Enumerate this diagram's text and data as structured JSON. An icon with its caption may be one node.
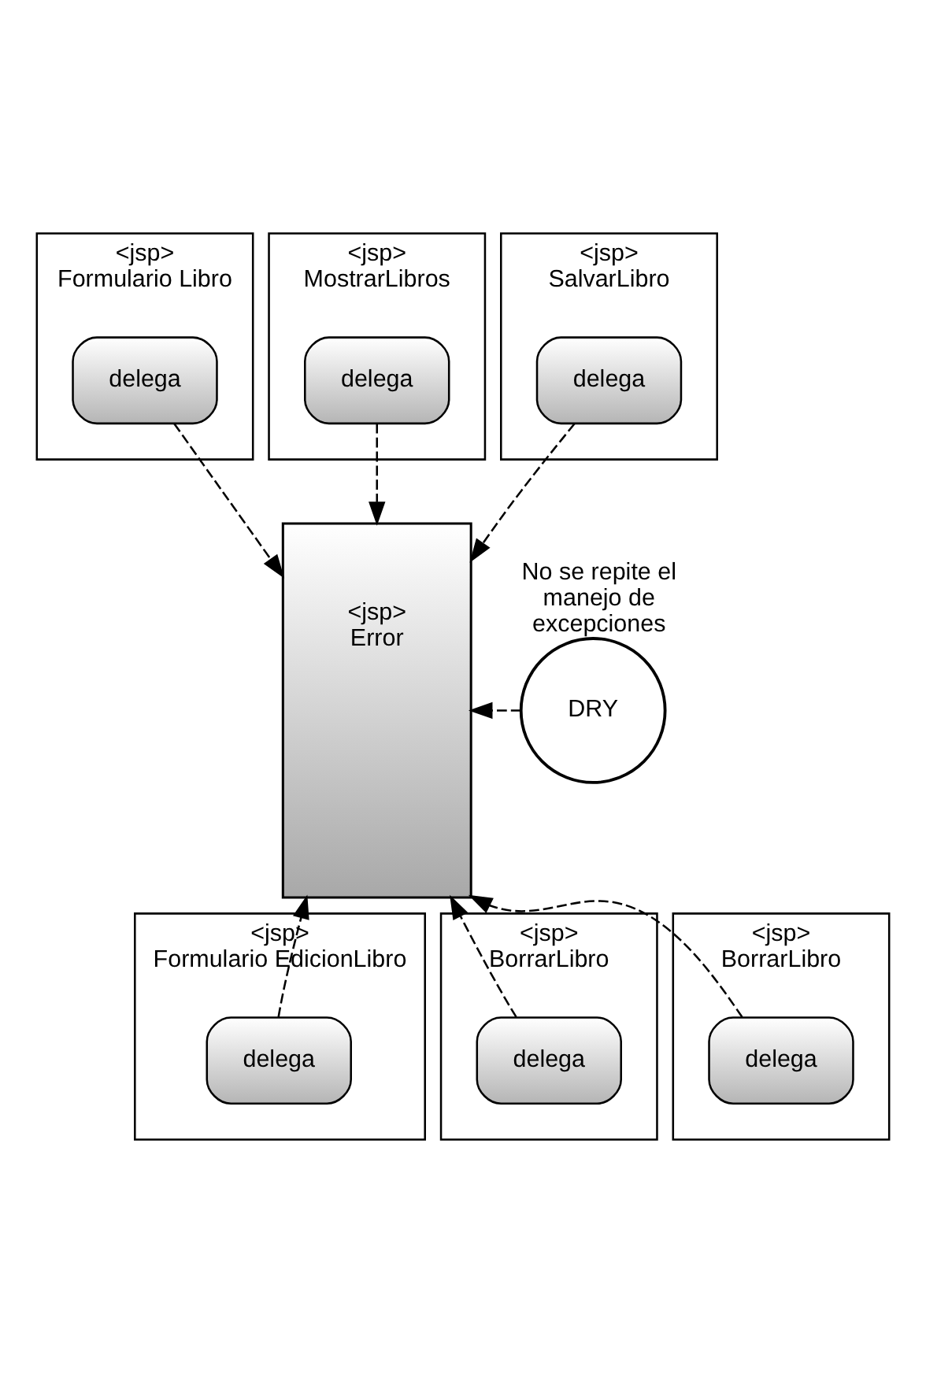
{
  "diagram": {
    "nodes": [
      {
        "text": [
          "<jsp>",
          "Formulario Libro"
        ]
      },
      {
        "text": [
          "delega"
        ],
        "in": 0
      },
      {
        "text": [
          "<jsp>",
          "MostrarLibros"
        ]
      },
      {
        "text": [
          "delega"
        ],
        "in": 2
      },
      {
        "text": [
          "<jsp>",
          "SalvarLibro"
        ]
      },
      {
        "text": [
          "delega"
        ],
        "in": 4
      },
      {
        "text": [
          "<jsp>",
          "Error"
        ]
      },
      {
        "text": [
          "DRY"
        ],
        "beside": [
          "No se repite el manejo de excepciones"
        ]
      },
      {
        "text": [
          "<jsp>",
          "Formulario EdicionLibro"
        ]
      },
      {
        "text": [
          "delega"
        ],
        "in": 8
      },
      {
        "text": [
          "<jsp>",
          "BorrarLibro"
        ]
      },
      {
        "text": [
          "delega"
        ],
        "in": 10
      },
      {
        "text": [
          "<jsp>",
          "BorrarLibro"
        ]
      },
      {
        "text": [
          "delega"
        ],
        "in": 12
      }
    ],
    "edges": [
      {
        "from": 1,
        "to": 6,
        "arrow": "to",
        "style": "dashed"
      },
      {
        "from": 3,
        "to": 6,
        "arrow": "to",
        "style": "dashed"
      },
      {
        "from": 5,
        "to": 6,
        "arrow": "to",
        "style": "dashed"
      },
      {
        "from": 7,
        "to": 6,
        "arrow": "to",
        "style": "dashed"
      },
      {
        "from": 9,
        "to": 6,
        "arrow": "to",
        "style": "dashed"
      },
      {
        "from": 11,
        "to": 6,
        "arrow": "to",
        "style": "dashed"
      },
      {
        "from": 13,
        "to": 6,
        "arrow": "to",
        "style": "dashed"
      }
    ]
  }
}
